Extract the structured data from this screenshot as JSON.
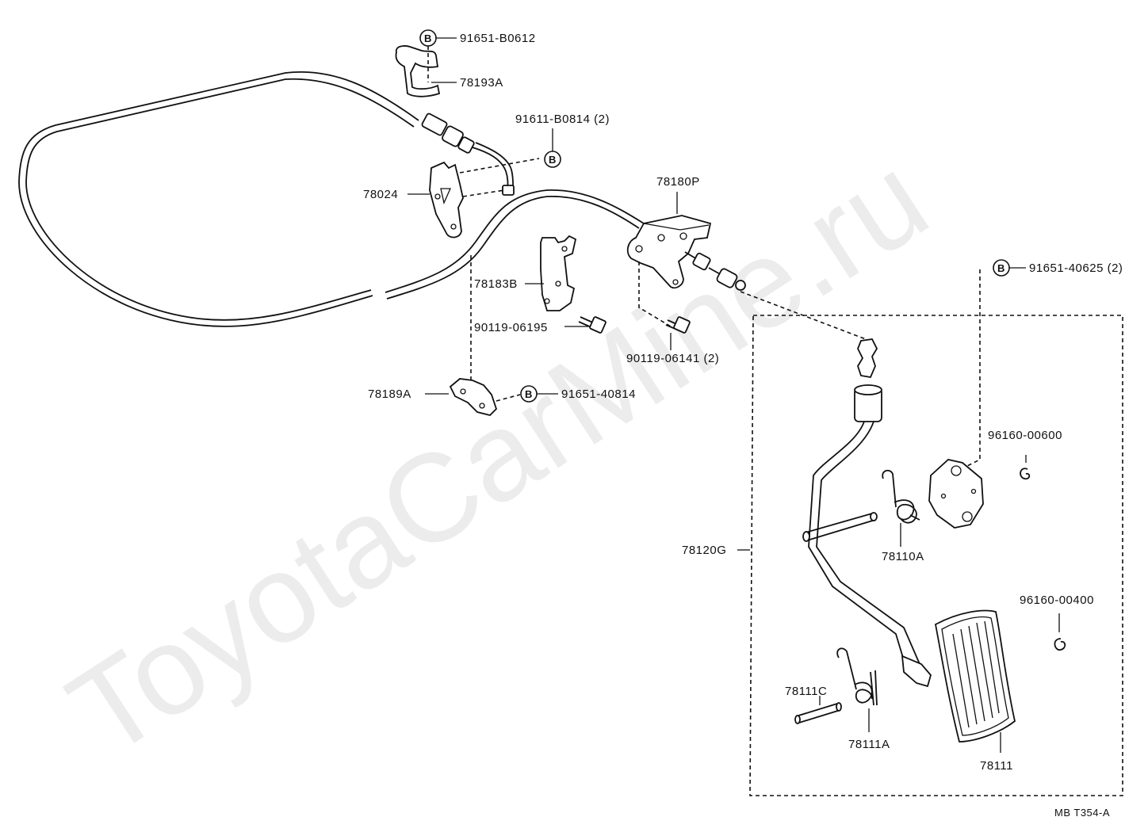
{
  "watermark": "ToyotaCarMine.ru",
  "diagram_code": "MB T354-A",
  "bolt_marker": "B",
  "parts": {
    "p91651_B0612": "91651-B0612",
    "p78193A": "78193A",
    "p91611_B0814": "91611-B0814 (2)",
    "p78024": "78024",
    "p78180P": "78180P",
    "p78183B": "78183B",
    "p90119_06195": "90119-06195",
    "p90119_06141": "90119-06141 (2)",
    "p78189A": "78189A",
    "p91651_40814": "91651-40814",
    "p91651_40625": "91651-40625 (2)",
    "p96160_00600": "96160-00600",
    "p78110A": "78110A",
    "p78120G": "78120G",
    "p96160_00400": "96160-00400",
    "p78111C": "78111C",
    "p78111A": "78111A",
    "p78111": "78111"
  }
}
